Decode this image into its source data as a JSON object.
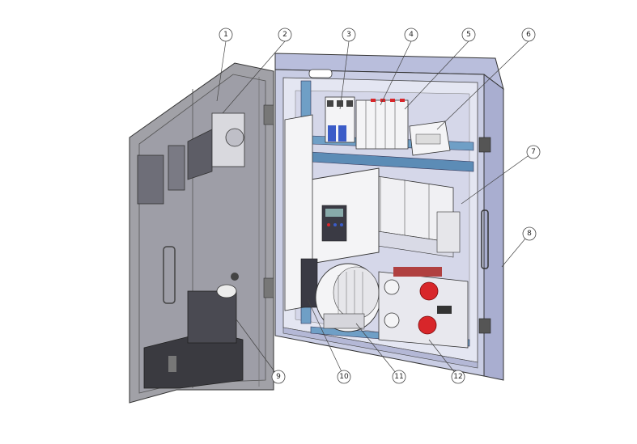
{
  "callouts": [
    {
      "label": "1"
    },
    {
      "label": "2"
    },
    {
      "label": "3"
    },
    {
      "label": "4"
    },
    {
      "label": "5"
    },
    {
      "label": "6"
    },
    {
      "label": "7"
    },
    {
      "label": "8"
    },
    {
      "label": "9"
    },
    {
      "label": "10"
    },
    {
      "label": "11"
    },
    {
      "label": "12"
    }
  ],
  "colors": {
    "enclosure": "#c9cde4",
    "enclosure_side": "#a9aed0",
    "enclosure_interior": "#e4e6f2",
    "door_glass": "#8c8c94",
    "rail": "#6f9fc6",
    "device_white": "#f4f4f6",
    "device_blue": "#3b5cc8",
    "stop_red": "#d8262a",
    "panel_red": "#b04040",
    "line": "#333333"
  }
}
